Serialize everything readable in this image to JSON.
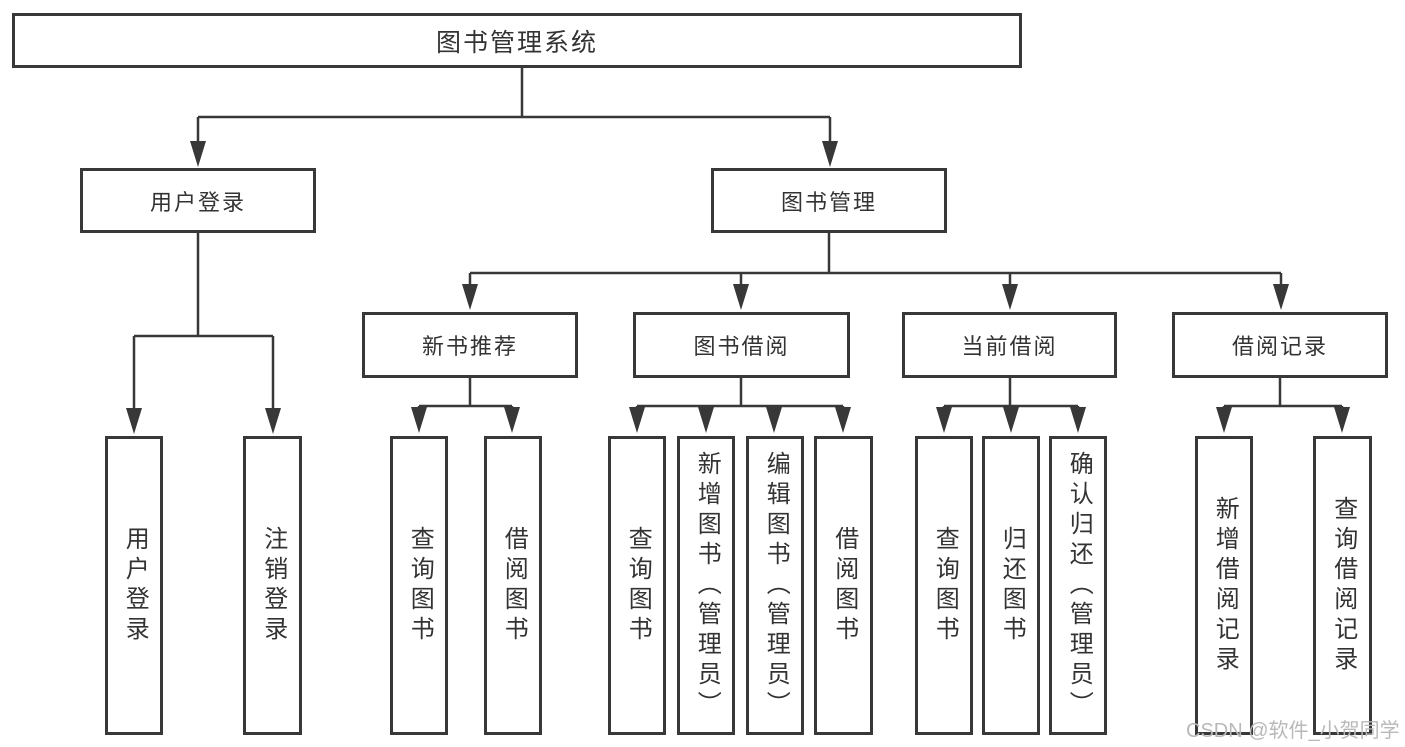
{
  "diagram": {
    "type": "hierarchy-tree",
    "root": {
      "label": "图书管理系统"
    },
    "level1": [
      {
        "label": "用户登录",
        "parent": "图书管理系统"
      },
      {
        "label": "图书管理",
        "parent": "图书管理系统"
      }
    ],
    "level2": [
      {
        "label": "新书推荐",
        "parent": "图书管理"
      },
      {
        "label": "图书借阅",
        "parent": "图书管理"
      },
      {
        "label": "当前借阅",
        "parent": "图书管理"
      },
      {
        "label": "借阅记录",
        "parent": "图书管理"
      }
    ],
    "leaves": [
      {
        "label": "用户登录",
        "parent": "用户登录"
      },
      {
        "label": "注销登录",
        "parent": "用户登录"
      },
      {
        "label": "查询图书",
        "parent": "新书推荐"
      },
      {
        "label": "借阅图书",
        "parent": "新书推荐"
      },
      {
        "label": "查询图书",
        "parent": "图书借阅"
      },
      {
        "label": "新增图书（管理员）",
        "parent": "图书借阅"
      },
      {
        "label": "编辑图书（管理员）",
        "parent": "图书借阅"
      },
      {
        "label": "借阅图书",
        "parent": "图书借阅"
      },
      {
        "label": "查询图书",
        "parent": "当前借阅"
      },
      {
        "label": "归还图书",
        "parent": "当前借阅"
      },
      {
        "label": "确认归还（管理员）",
        "parent": "当前借阅"
      },
      {
        "label": "新增借阅记录",
        "parent": "借阅记录"
      },
      {
        "label": "查询借阅记录",
        "parent": "借阅记录"
      }
    ]
  },
  "watermark": {
    "text": "CSDN @软件_小贺同学",
    "color": "#b9b9b9"
  },
  "colors": {
    "line": "#383838",
    "box_border": "#383838",
    "box_background": "#ffffff",
    "text": "#333333",
    "page_background": "#ffffff"
  }
}
